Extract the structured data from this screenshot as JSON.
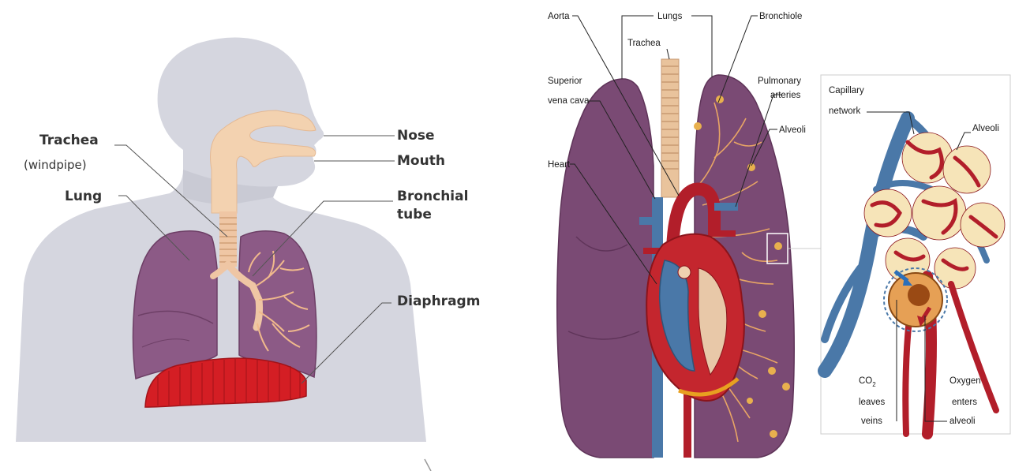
{
  "left_panel": {
    "labels": {
      "trachea": "Trachea",
      "windpipe": "(windpipe)",
      "lung": "Lung",
      "nose": "Nose",
      "mouth": "Mouth",
      "bronchial_line1": "Bronchial",
      "bronchial_line2": "tube",
      "diaphragm": "Diaphragm"
    }
  },
  "right_panel": {
    "labels": {
      "aorta": "Aorta",
      "lungs": "Lungs",
      "bronchiole": "Bronchiole",
      "trachea": "Trachea",
      "superior_line1": "Superior",
      "superior_line2": "vena cava",
      "pulmonary_line1": "Pulmonary",
      "pulmonary_line2": "arteries",
      "alveoli": "Alveoli",
      "heart": "Heart"
    }
  },
  "inset_panel": {
    "labels": {
      "capillary_line1": "Capillary",
      "capillary_line2": "network",
      "alveoli": "Alveoli",
      "co2_main": "CO",
      "co2_sub": "2",
      "leaves": "leaves",
      "veins": "veins",
      "oxygen": "Oxygen",
      "enters": "enters",
      "alveoli_bottom": "alveoli"
    }
  },
  "colors": {
    "body_silhouette": "#d5d6df",
    "lung_purple": "#8c5a86",
    "lung_dark": "#6d3f66",
    "airway": "#f3d2b0",
    "diaphragm_red": "#d41e24",
    "vessel_red": "#b21e2a",
    "vessel_blue": "#4a78a8",
    "alveolus_cream": "#f6e4b8"
  }
}
